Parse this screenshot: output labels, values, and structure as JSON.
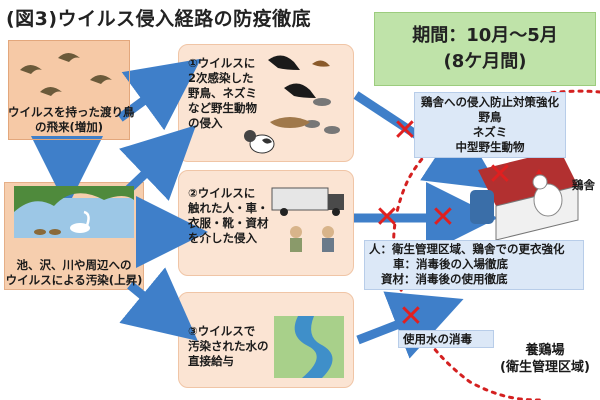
{
  "title": "(図3)ウイルス侵入経路の防疫徹底",
  "period": {
    "line1": "期間：10月〜5月",
    "line2": "(8ケ月間)"
  },
  "source_box": {
    "line1": "ウイルスを持った渡り鳥",
    "line2": "の飛来(増加)"
  },
  "pond_box": {
    "line1": "池、沢、川や周辺への",
    "line2": "ウイルスによる汚染(上昇)"
  },
  "routes": [
    {
      "lines": [
        "①ウイルスに",
        "2次感染した",
        "野鳥、ネズミ",
        "など野生動物",
        "の侵入"
      ]
    },
    {
      "lines": [
        "②ウイルスに",
        "触れた人・車・",
        "衣服・靴・資材",
        "を介した侵入"
      ]
    },
    {
      "lines": [
        "③ウイルスで",
        "汚染された水の",
        "直接給与"
      ]
    }
  ],
  "measure_top": {
    "lines": [
      "鶏舎への侵入防止対策強化",
      "野鳥",
      "ネズミ",
      "中型野生動物"
    ]
  },
  "measure_mid": {
    "lines": [
      "人：衛生管理区域、鶏舎での更衣強化",
      "車：消毒後の入場徹底",
      "資材：消毒後の使用徹底"
    ]
  },
  "measure_water": "使用水の消毒",
  "henhouse_label": "鶏舎",
  "farm_label": {
    "line1": "養鶏場",
    "line2": "(衛生管理区域)"
  },
  "colors": {
    "arrow_blue": "#3f7fc9",
    "cross_red": "#e02020",
    "zone_dash": "#d42020",
    "period_bg": "#bfe3a9",
    "orange_box": "#f6c9a6",
    "peach_box": "#fbe4d3",
    "measure_bg": "#dce8f7"
  },
  "icons": [
    "migratory-birds-icon",
    "pond-swans-icon",
    "crows-icon",
    "rats-icon",
    "weasel-icon",
    "cat-icon",
    "truck-icon",
    "person-icon",
    "stream-icon",
    "henhouse-icon",
    "chicken-icon",
    "water-tank-icon",
    "cross-mark-icon"
  ]
}
